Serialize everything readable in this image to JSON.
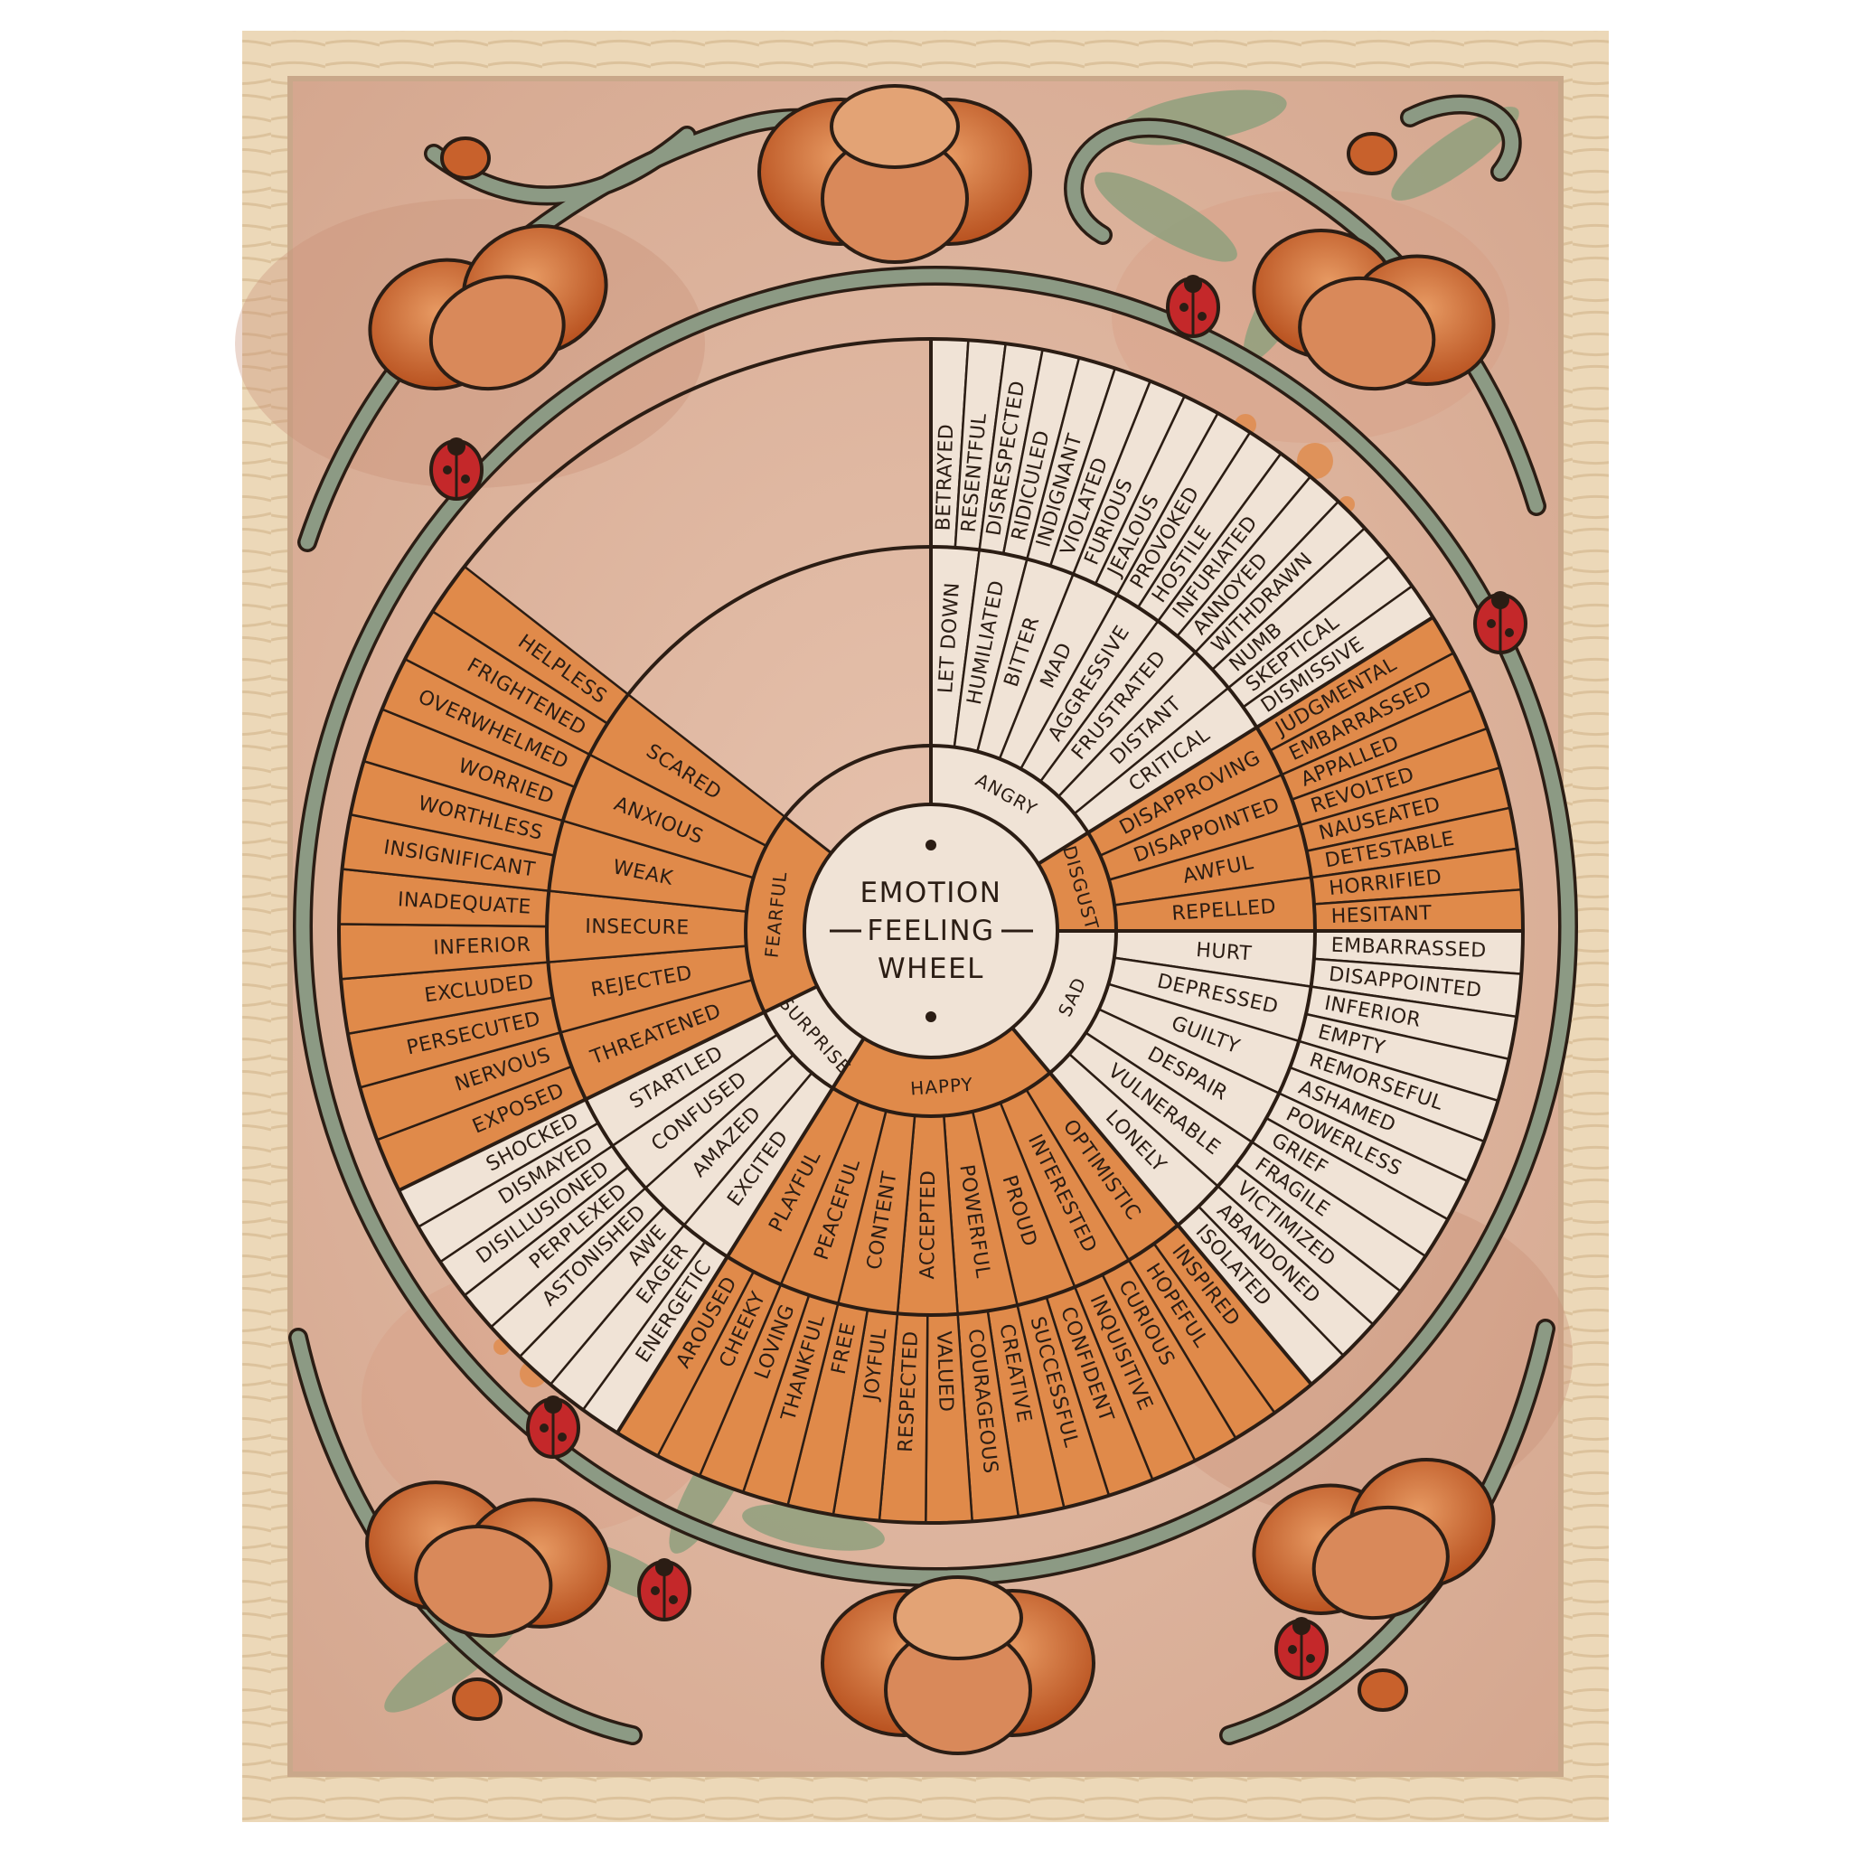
{
  "poster": {
    "title_lines": [
      "EMOTION",
      "FEELING",
      "WHEEL"
    ],
    "colors": {
      "frame_wood": "#ead6b6",
      "background": "#dfb6a0",
      "orange": "#e08a4a",
      "cream": "#f0e3d6",
      "outline": "#2b1d14",
      "vine": "#8c9a84",
      "flower": "#c8612c",
      "ladybug": "#c4282a"
    },
    "decorations": [
      "poppy-flower",
      "ladybug",
      "green-vine",
      "leaf-sprig"
    ]
  },
  "wheel": {
    "core": [
      {
        "name": "ANGRY",
        "fill": "cream"
      },
      {
        "name": "DISGUST",
        "fill": "orange"
      },
      {
        "name": "SAD",
        "fill": "cream"
      },
      {
        "name": "HAPPY",
        "fill": "orange"
      },
      {
        "name": "SURPRISE",
        "fill": "cream"
      },
      {
        "name": "FEARFUL",
        "fill": "orange"
      }
    ],
    "middle": [
      [
        "LET DOWN",
        "HUMILIATED",
        "BITTER",
        "MAD",
        "AGGRESSIVE",
        "FRUSTRATED",
        "DISTANT",
        "CRITICAL"
      ],
      [
        "DISAPPROVING",
        "DISAPPOINTED",
        "AWFUL",
        "REPELLED"
      ],
      [
        "HURT",
        "DEPRESSED",
        "GUILTY",
        "DESPAIR",
        "VULNERABLE",
        "LONELY"
      ],
      [
        "OPTIMISTIC",
        "INTERESTED",
        "PROUD",
        "POWERFUL",
        "ACCEPTED",
        "CONTENT",
        "PEACEFUL",
        "PLAYFUL"
      ],
      [
        "EXCITED",
        "AMAZED",
        "CONFUSED",
        "STARTLED"
      ],
      [
        "THREATENED",
        "REJECTED",
        "INSECURE",
        "WEAK",
        "ANXIOUS",
        "SCARED"
      ]
    ],
    "outer": [
      [
        "BETRAYED",
        "RESENTFUL",
        "DISRESPECTED",
        "RIDICULED",
        "INDIGNANT",
        "VIOLATED",
        "FURIOUS",
        "JEALOUS",
        "PROVOKED",
        "HOSTILE",
        "INFURIATED",
        "ANNOYED",
        "WITHDRAWN",
        "NUMB",
        "SKEPTICAL",
        "DISMISSIVE"
      ],
      [
        "JUDGMENTAL",
        "EMBARRASSED",
        "APPALLED",
        "REVOLTED",
        "NAUSEATED",
        "DETESTABLE",
        "HORRIFIED",
        "HESITANT"
      ],
      [
        "EMBARRASSED",
        "DISAPPOINTED",
        "INFERIOR",
        "EMPTY",
        "REMORSEFUL",
        "ASHAMED",
        "POWERLESS",
        "GRIEF",
        "FRAGILE",
        "VICTIMIZED",
        "ABANDONED",
        "ISOLATED"
      ],
      [
        "INSPIRED",
        "HOPEFUL",
        "CURIOUS",
        "INQUISITIVE",
        "CONFIDENT",
        "SUCCESSFUL",
        "CREATIVE",
        "COURAGEOUS",
        "VALUED",
        "RESPECTED",
        "JOYFUL",
        "FREE",
        "THANKFUL",
        "LOVING",
        "CHEEKY",
        "AROUSED"
      ],
      [
        "ENERGETIC",
        "EAGER",
        "AWE",
        "ASTONISHED",
        "PERPLEXED",
        "DISILLUSIONED",
        "DISMAYED",
        "SHOCKED"
      ],
      [
        "EXPOSED",
        "NERVOUS",
        "PERSECUTED",
        "EXCLUDED",
        "INFERIOR",
        "INADEQUATE",
        "INSIGNIFICANT",
        "WORTHLESS",
        "WORRIED",
        "OVERWHELMED",
        "FRIGHTENED",
        "HELPLESS"
      ]
    ]
  }
}
